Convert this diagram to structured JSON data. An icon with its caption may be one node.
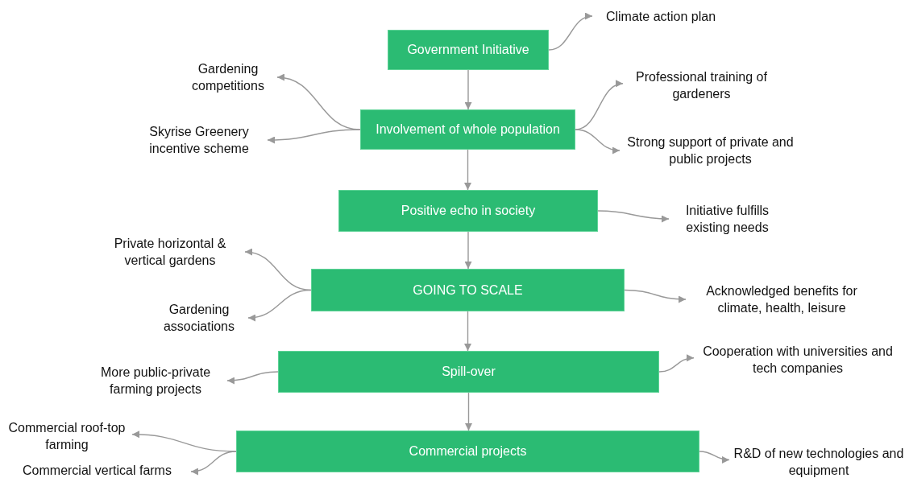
{
  "diagram": {
    "nodes": [
      {
        "text": [
          "Climate action plan"
        ]
      },
      {
        "text": [
          "Government Initiative"
        ]
      },
      {
        "text": [
          "Gardening competitions"
        ]
      },
      {
        "text": [
          "Professional training of gardeners"
        ]
      },
      {
        "text": [
          "Involvement of whole population"
        ]
      },
      {
        "text": [
          "Skyrise Greenery incentive scheme"
        ]
      },
      {
        "text": [
          "Strong support of private and public projects"
        ]
      },
      {
        "text": [
          "Positive echo in society"
        ]
      },
      {
        "text": [
          "Initiative fulfills existing needs"
        ]
      },
      {
        "text": [
          "Private horizontal & vertical gardens"
        ]
      },
      {
        "text": [
          "GOING TO SCALE"
        ]
      },
      {
        "text": [
          "Acknowledged benefits for climate, health, leisure"
        ]
      },
      {
        "text": [
          "Gardening associations"
        ]
      },
      {
        "text": [
          "Cooperation with universities and tech companies"
        ]
      },
      {
        "text": [
          "Spill-over"
        ]
      },
      {
        "text": [
          "More public-private farming projects"
        ]
      },
      {
        "text": [
          "Commercial roof-top farming"
        ]
      },
      {
        "text": [
          "Commercial projects"
        ]
      },
      {
        "text": [
          "Commercial vertical farms"
        ]
      },
      {
        "text": [
          "R&D of new technologies and equipment"
        ]
      }
    ],
    "edges": [
      {
        "from": 1,
        "to": 4,
        "arrow": "to"
      },
      {
        "from": 4,
        "to": 7,
        "arrow": "to"
      },
      {
        "from": 7,
        "to": 10,
        "arrow": "to"
      },
      {
        "from": 10,
        "to": 14,
        "arrow": "to"
      },
      {
        "from": 14,
        "to": 17,
        "arrow": "to"
      },
      {
        "from": 1,
        "to": 0,
        "arrow": "to"
      },
      {
        "from": 4,
        "to": 2,
        "arrow": "to"
      },
      {
        "from": 4,
        "to": 5,
        "arrow": "to"
      },
      {
        "from": 4,
        "to": 3,
        "arrow": "to"
      },
      {
        "from": 4,
        "to": 6,
        "arrow": "to"
      },
      {
        "from": 7,
        "to": 8,
        "arrow": "to"
      },
      {
        "from": 10,
        "to": 9,
        "arrow": "to"
      },
      {
        "from": 10,
        "to": 12,
        "arrow": "to"
      },
      {
        "from": 10,
        "to": 11,
        "arrow": "to"
      },
      {
        "from": 14,
        "to": 15,
        "arrow": "to"
      },
      {
        "from": 14,
        "to": 13,
        "arrow": "to"
      },
      {
        "from": 17,
        "to": 16,
        "arrow": "to"
      },
      {
        "from": 17,
        "to": 18,
        "arrow": "to"
      },
      {
        "from": 17,
        "to": 19,
        "arrow": "to"
      }
    ]
  }
}
